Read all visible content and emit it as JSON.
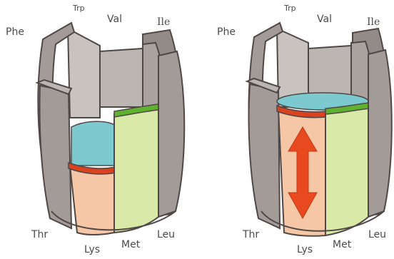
{
  "barrels": [
    {
      "labels": {
        "phe": "Phe",
        "trp": "Trp",
        "val": "Val",
        "ile": "Ile",
        "thr": "Thr",
        "lys": "Lys",
        "met": "Met",
        "leu": "Leu"
      }
    },
    {
      "labels": {
        "phe": "Phe",
        "trp": "Trp",
        "val": "Val",
        "ile": "Ile",
        "thr": "Thr",
        "lys": "Lys",
        "met": "Met",
        "leu": "Leu"
      },
      "arrow": "double-headed-arrow"
    }
  ],
  "colors": {
    "staveGray": "#a39b98",
    "staveDark": "#8d8582",
    "staveLight": "#bcb6b3",
    "outline": "#4f4846",
    "lys": "#f6c7a6",
    "met": "#d8e9a8",
    "water": "#7cc9cf",
    "lysRim": "#d9431f",
    "metRim": "#5fb12f",
    "arrow": "#e8491f"
  }
}
